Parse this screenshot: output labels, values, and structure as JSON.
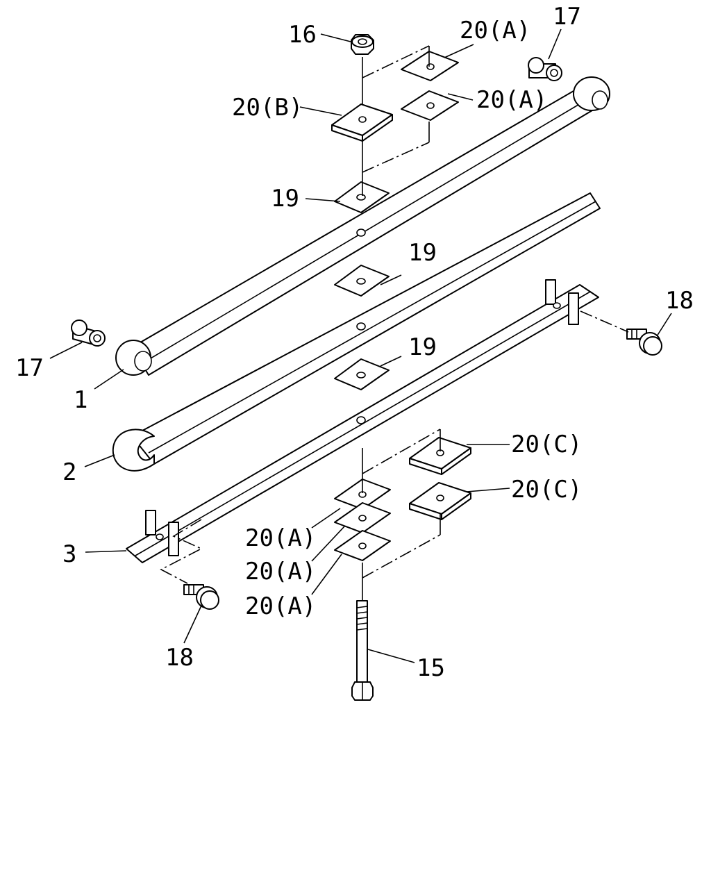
{
  "labels": {
    "p1": "1",
    "p2": "2",
    "p3": "3",
    "p15": "15",
    "p16": "16",
    "p17_top": "17",
    "p17_left": "17",
    "p18_right": "18",
    "p18_bottom": "18",
    "p19_top": "19",
    "p19_mid": "19",
    "p19_low": "19",
    "p20A_top": "20(A)",
    "p20A_upper": "20(A)",
    "p20B": "20(B)",
    "p20C_1": "20(C)",
    "p20C_2": "20(C)",
    "p20A_low1": "20(A)",
    "p20A_low2": "20(A)",
    "p20A_low3": "20(A)"
  }
}
